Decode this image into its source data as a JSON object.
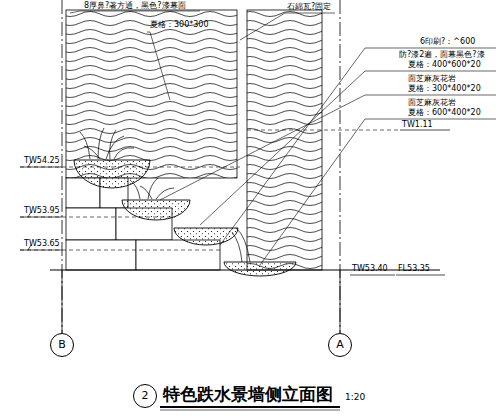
{
  "diagram": {
    "title": "特色跌水景墙侧立面图",
    "nodes": [
      {
        "text": [
          "B"
        ]
      },
      {
        "text": [
          "A"
        ]
      },
      {
        "text": [
          "2"
        ]
      }
    ],
    "labels": [
      "8厚鼻?著方通，黑色?漆幕面",
      "夏格：300*300",
      "石綿瓦?固定",
      "6印刷?：^600",
      "防?漆2遍，面幕黑色?漆",
      "夏格：400*600*20",
      "面芝麻灰花岩",
      "夏格：300*400*20",
      "面芝麻灰花岩",
      "夏格：600*400*20",
      "TW1.11",
      "TW54.25",
      "TW53.95",
      "TW53.65",
      "TW53.40",
      "FL53.35",
      "1:20"
    ]
  }
}
